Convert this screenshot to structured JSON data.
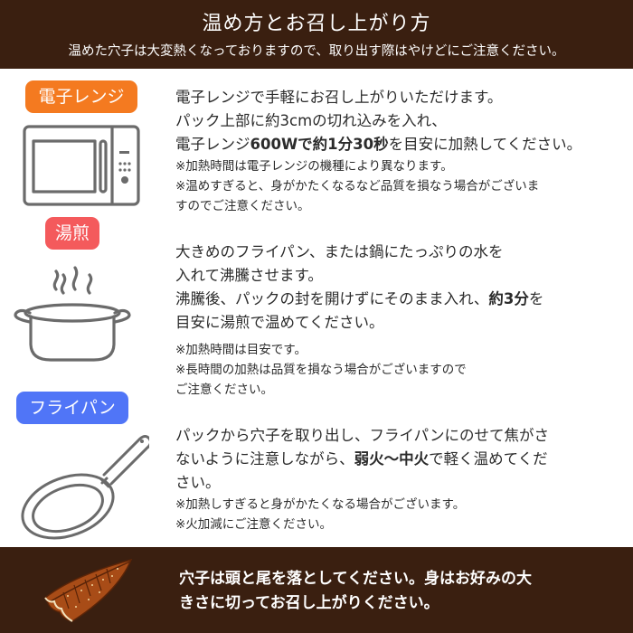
{
  "header": {
    "title": "温め方とお召し上がり方",
    "subtitle": "温めた穴子は大変熱くなっておりますので、取り出す際はやけどにご注意ください。"
  },
  "colors": {
    "header_bg": "#3a1f10",
    "microwave_badge": "#f47a20",
    "yusen_badge": "#f45a5c",
    "fryingpan_badge": "#5075f7",
    "icon_stroke": "#6b6b6b"
  },
  "sections": [
    {
      "badge": "電子レンジ",
      "icon": "microwave-icon",
      "lines": [
        {
          "plain": "電子レンジで手軽にお召し上がりいただけます。"
        },
        {
          "plain": "パック上部に約3cmの切れ込みを入れ、"
        },
        {
          "pre": "電子レンジ",
          "bold": "600Wで約1分30秒",
          "post": "を目安に加熱してください。"
        }
      ],
      "notes": [
        "※加熱時間は電子レンジの機種により異なります。",
        "※温めすぎると、身がかたくなるなど品質を損なう場合がございま",
        "すのでご注意ください。"
      ]
    },
    {
      "badge": "湯煎",
      "icon": "pot-icon",
      "lines": [
        {
          "plain": "大きめのフライパン、または鍋にたっぷりの水を"
        },
        {
          "plain": "入れて沸騰させます。"
        },
        {
          "pre": "沸騰後、パックの封を開けずにそのまま入れ、",
          "bold": "約3分",
          "post": "を"
        },
        {
          "plain": "目安に湯煎で温めてください。"
        }
      ],
      "notes": [
        "※加熱時間は目安です。",
        "※長時間の加熱は品質を損なう場合がございますので",
        "ご注意ください。"
      ]
    },
    {
      "badge": "フライパン",
      "icon": "frying-pan-icon",
      "lines": [
        {
          "plain": "パックから穴子を取り出し、フライパンにのせて焦がさ"
        },
        {
          "pre": "ないように注意しながら、",
          "bold": "弱火〜中火",
          "post": "で軽く温めてくだ"
        },
        {
          "plain": "さい。"
        }
      ],
      "notes": [
        "※加熱しすぎると身がかたくなる場合がございます。",
        "※火加減にご注意ください。"
      ]
    }
  ],
  "footer": {
    "icon": "grilled-eel-icon",
    "line1": "穴子は頭と尾を落としてください。身はお好みの大",
    "line2": "きさに切ってお召し上がりください。"
  }
}
